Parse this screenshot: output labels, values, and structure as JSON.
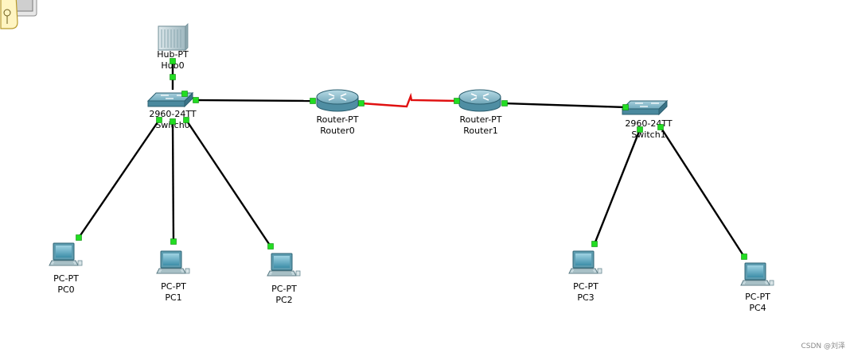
{
  "colors": {
    "link": "#000000",
    "serial_link": "#e01010",
    "port_up": "#22dd22",
    "device_blue": "#5a98ad"
  },
  "devices": {
    "hub0": {
      "model": "Hub-PT",
      "name": "Hub0",
      "icon": "hub-icon"
    },
    "switch0": {
      "model": "2960-24TT",
      "name": "Switch0",
      "icon": "switch-icon"
    },
    "router0": {
      "model": "Router-PT",
      "name": "Router0",
      "icon": "router-icon"
    },
    "router1": {
      "model": "Router-PT",
      "name": "Router1",
      "icon": "router-icon"
    },
    "switch1": {
      "model": "2960-24TT",
      "name": "Switch1",
      "icon": "switch-icon"
    },
    "pc0": {
      "model": "PC-PT",
      "name": "PC0",
      "icon": "pc-icon"
    },
    "pc1": {
      "model": "PC-PT",
      "name": "PC1",
      "icon": "pc-icon"
    },
    "pc2": {
      "model": "PC-PT",
      "name": "PC2",
      "icon": "pc-icon"
    },
    "pc3": {
      "model": "PC-PT",
      "name": "PC3",
      "icon": "pc-icon"
    },
    "pc4": {
      "model": "PC-PT",
      "name": "PC4",
      "icon": "pc-icon"
    }
  },
  "links": [
    {
      "from": "Hub0",
      "to": "Switch0",
      "type": "copper"
    },
    {
      "from": "Switch0",
      "to": "Router0",
      "type": "copper"
    },
    {
      "from": "Router0",
      "to": "Router1",
      "type": "serial"
    },
    {
      "from": "Router1",
      "to": "Switch1",
      "type": "copper"
    },
    {
      "from": "Switch0",
      "to": "PC0",
      "type": "copper"
    },
    {
      "from": "Switch0",
      "to": "PC1",
      "type": "copper"
    },
    {
      "from": "Switch0",
      "to": "PC2",
      "type": "copper"
    },
    {
      "from": "Switch1",
      "to": "PC3",
      "type": "copper"
    },
    {
      "from": "Switch1",
      "to": "PC4",
      "type": "copper"
    }
  ],
  "watermark": "CSDN @刘泽"
}
